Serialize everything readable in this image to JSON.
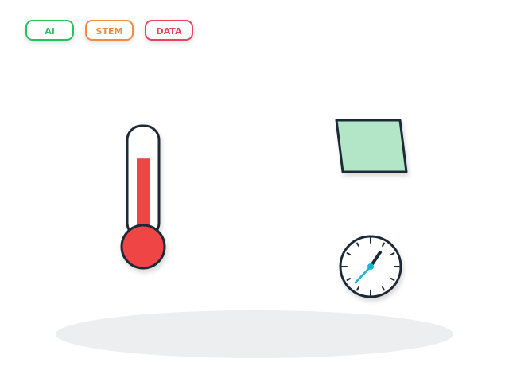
{
  "tags": [
    {
      "label": "AI",
      "color": "#22c55e"
    },
    {
      "label": "STEM",
      "color": "#f08c3c"
    },
    {
      "label": "DATA",
      "color": "#e9435e"
    }
  ],
  "illustration": {
    "thermometer": {
      "icon": "thermometer-icon",
      "fill_level": 0.72,
      "liquid_color": "#ef4444",
      "outline_color": "#1f2937"
    },
    "parallelogram": {
      "icon": "parallelogram-icon",
      "fill_color": "#b3e6c7",
      "outline_color": "#1f2937"
    },
    "gauge": {
      "icon": "gauge-icon",
      "needle_color": "#1ab3d1",
      "outline_color": "#1f2937"
    },
    "shadow_color": "#eceef0"
  }
}
